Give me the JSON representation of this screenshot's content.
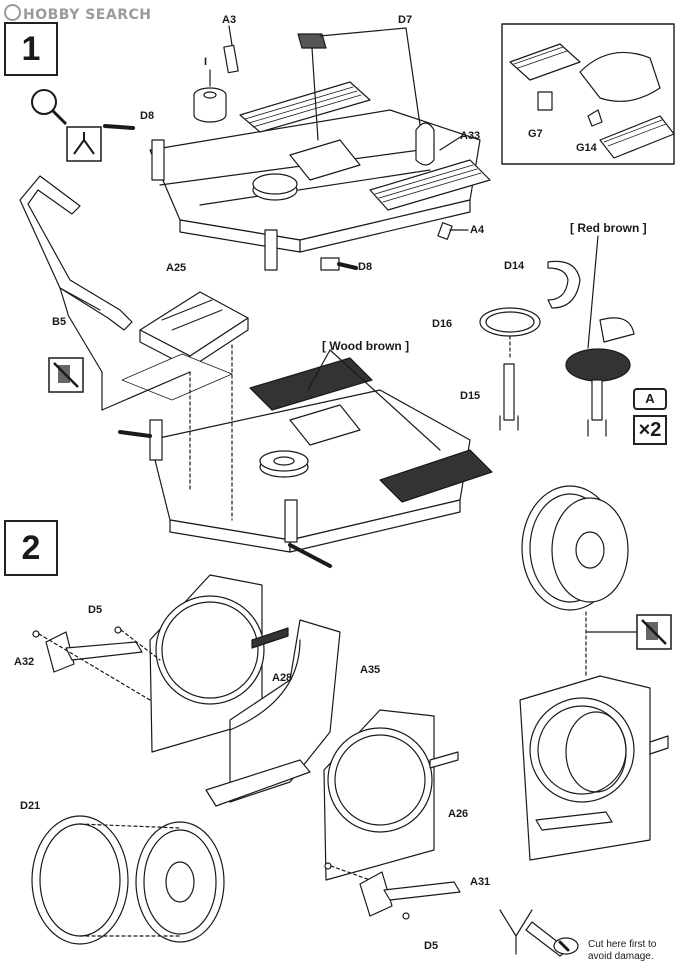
{
  "brand": {
    "text": "HOBBY SEARCH"
  },
  "steps": {
    "step1": "1",
    "step2": "2"
  },
  "step1_labels": {
    "A3": "A3",
    "D7": "D7",
    "I": "I",
    "D8_top": "D8",
    "A33": "A33",
    "A4": "A4",
    "D8_bottom": "D8",
    "G7": "G7",
    "G14": "G14",
    "A25": "A25",
    "B5": "B5",
    "D14": "D14",
    "D16": "D16",
    "D15": "D15"
  },
  "paint": {
    "red_brown": "[ Red brown ]",
    "wood_brown": "[ Wood brown ]"
  },
  "assembly_marker": {
    "letter": "A",
    "multiplier": "×2"
  },
  "step2_labels": {
    "D5_top": "D5",
    "A32": "A32",
    "A28": "A28",
    "A35": "A35",
    "D21": "D21",
    "A26": "A26",
    "A31": "A31",
    "D5_bottom": "D5"
  },
  "cut_note": {
    "line1": "Cut here first to",
    "line2": "avoid damage."
  },
  "icons": [
    "magnifier-detail-icon",
    "cutter-icon",
    "no-glue-icon",
    "cut-pliers-icon"
  ],
  "colors": {
    "ink": "#1a1a1a",
    "paint_dark": "#333333",
    "watermark": "#9a9a9a"
  }
}
